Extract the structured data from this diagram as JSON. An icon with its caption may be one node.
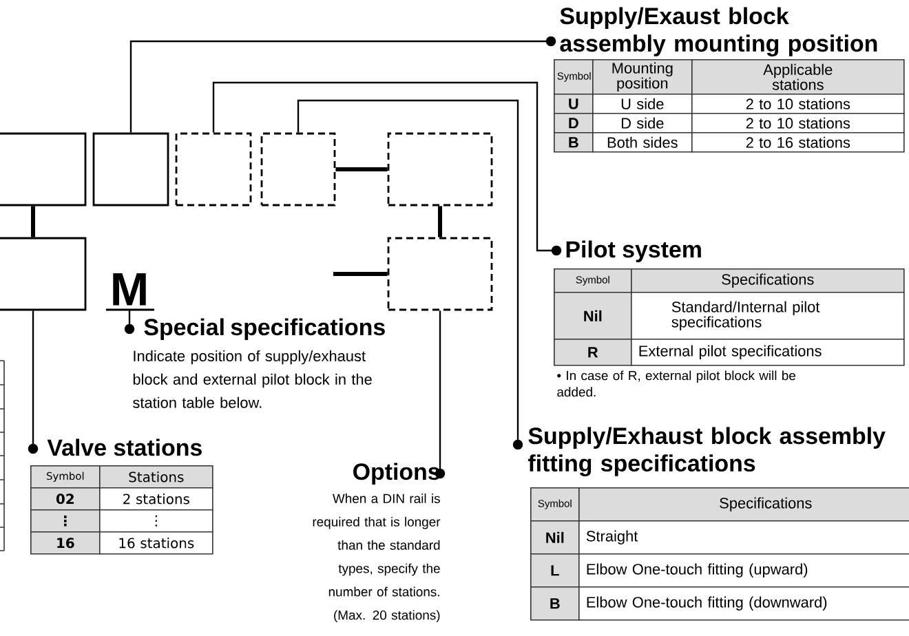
{
  "diagram": {
    "nodes": [
      {
        "text": [],
        "shape": "box"
      },
      {
        "text": [],
        "shape": "box"
      },
      {
        "text": [],
        "shape": "box"
      },
      {
        "text": [],
        "shape": "box"
      },
      {
        "text": [],
        "shape": "box"
      },
      {
        "text": [],
        "shape": "box"
      },
      {
        "text": [],
        "shape": "box"
      },
      {
        "text": [
          "M"
        ]
      },
      {
        "text": [
          "Supply/Exaust block assembly mounting position"
        ]
      },
      {
        "text": [
          "Pilot system"
        ]
      },
      {
        "text": [
          "Special specifications",
          "Indicate position of supply/exhaust block and external pilot block in the station table below."
        ]
      },
      {
        "text": [
          "Valve stations"
        ]
      },
      {
        "text": [
          "Options",
          "When a DIN rail is required that is longer than the standard types, specify the number of stations. (Max. 20 stations)"
        ]
      },
      {
        "text": [
          "Supply/Exhaust block assembly fitting specifications"
        ]
      }
    ],
    "edges": [
      {
        "from": 0,
        "to": 5,
        "arrow": "none",
        "style": "thick"
      },
      {
        "from": 3,
        "to": 4,
        "arrow": "none",
        "style": "thick"
      },
      {
        "from": 4,
        "to": 6,
        "arrow": "none",
        "style": "thick"
      },
      {
        "from": null,
        "to": 6,
        "arrow": "none",
        "style": "thick"
      },
      {
        "from": 1,
        "to": 8,
        "arrow": "other"
      },
      {
        "from": 2,
        "to": 9,
        "arrow": "other"
      },
      {
        "from": 3,
        "to": 13,
        "arrow": "other"
      },
      {
        "from": 6,
        "to": 12,
        "arrow": "other"
      },
      {
        "from": 7,
        "to": 10,
        "arrow": "other"
      },
      {
        "from": 5,
        "to": 11,
        "arrow": "other"
      }
    ],
    "labels": [
      "Symbol",
      "Mounting position",
      "Applicable stations",
      "U",
      "U side",
      "2 to 10 stations",
      "D",
      "D side",
      "2 to 10 stations",
      "B",
      "Both sides",
      "2 to 16 stations",
      "Symbol",
      "Specifications",
      "Nil",
      "Standard/Internal pilot specifications",
      "R",
      "External pilot specifications",
      "• In case of R, external pilot block will be added.",
      "Symbol",
      "Stations",
      "02",
      "2 stations",
      "⋮",
      "⋮",
      "16",
      "16 stations",
      "Symbol",
      "Specifications",
      "Nil",
      "Straight",
      "L",
      "Elbow One-touch fitting (upward)",
      "B",
      "Elbow One-touch fitting (downward)"
    ]
  }
}
